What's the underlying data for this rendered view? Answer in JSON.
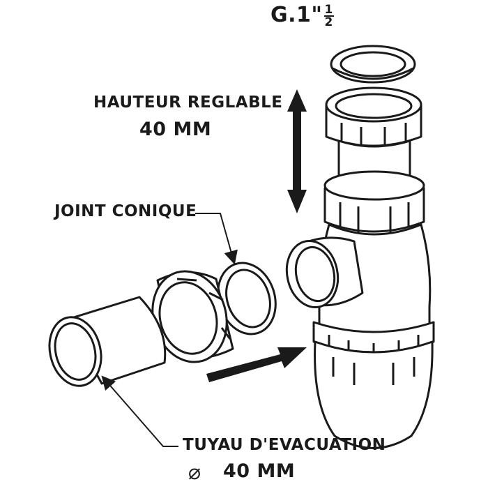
{
  "labels": {
    "thread_prefix": "G.1\"",
    "thread_num": "1",
    "thread_den": "2",
    "height_title": "HAUTEUR REGLABLE",
    "height_value": "40 MM",
    "joint": "JOINT CONIQUE",
    "pipe_title": "TUYAU D'EVACUATION",
    "diameter_symbol": "⌀",
    "pipe_value": "40 MM"
  },
  "colors": {
    "ink": "#1a1a1a",
    "background": "#ffffff"
  }
}
